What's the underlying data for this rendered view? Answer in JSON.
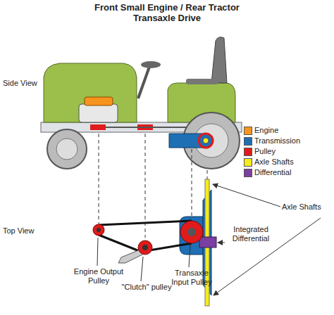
{
  "diagram": {
    "title": "Front Small Engine / Rear Tractor Transaxle Drive",
    "labels": [
      "Side View",
      "Top View",
      "Axle Shafts",
      "Integrated Differential",
      "Engine Output Pulley",
      "\"Clutch\" pulley",
      "Transaxle Input Pulley"
    ],
    "legend": [
      {
        "text": "Engine",
        "color": "#f7941d"
      },
      {
        "text": "Transmission",
        "color": "#1f6fb5"
      },
      {
        "text": "Pulley",
        "color": "#e01b1b"
      },
      {
        "text": "Axle Shafts",
        "color": "#f5ec1a"
      },
      {
        "text": "Differential",
        "color": "#7a3fa0"
      }
    ]
  }
}
